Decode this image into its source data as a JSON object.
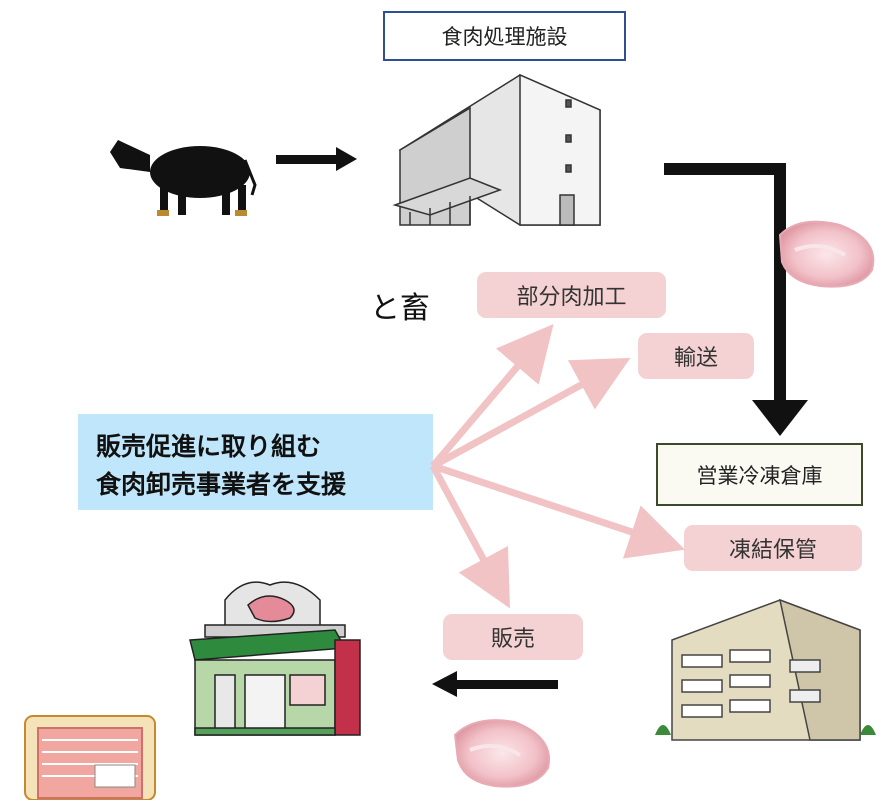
{
  "labels": {
    "slaughter_facility": "食肉処理施設",
    "livestock": "と畜",
    "support_line1": "販売促進に取り組む",
    "support_line2": "食肉卸売事業者を支援",
    "cold_storage": "営業冷凍倉庫",
    "processing": "部分肉加工",
    "transport": "輸送",
    "frozen_storage": "凍結保管",
    "sales": "販売"
  },
  "colors": {
    "support_box": "#bfe6fa",
    "pill": "#f4d1d3",
    "pink_arrow": "#f1c3c4",
    "facility_border": "#2f4f8f",
    "warehouse_border": "#3c4a2a"
  },
  "icons": [
    "cow-icon",
    "factory-building-icon",
    "meat-icon",
    "warehouse-building-icon",
    "butcher-shop-icon",
    "meat-package-icon"
  ]
}
